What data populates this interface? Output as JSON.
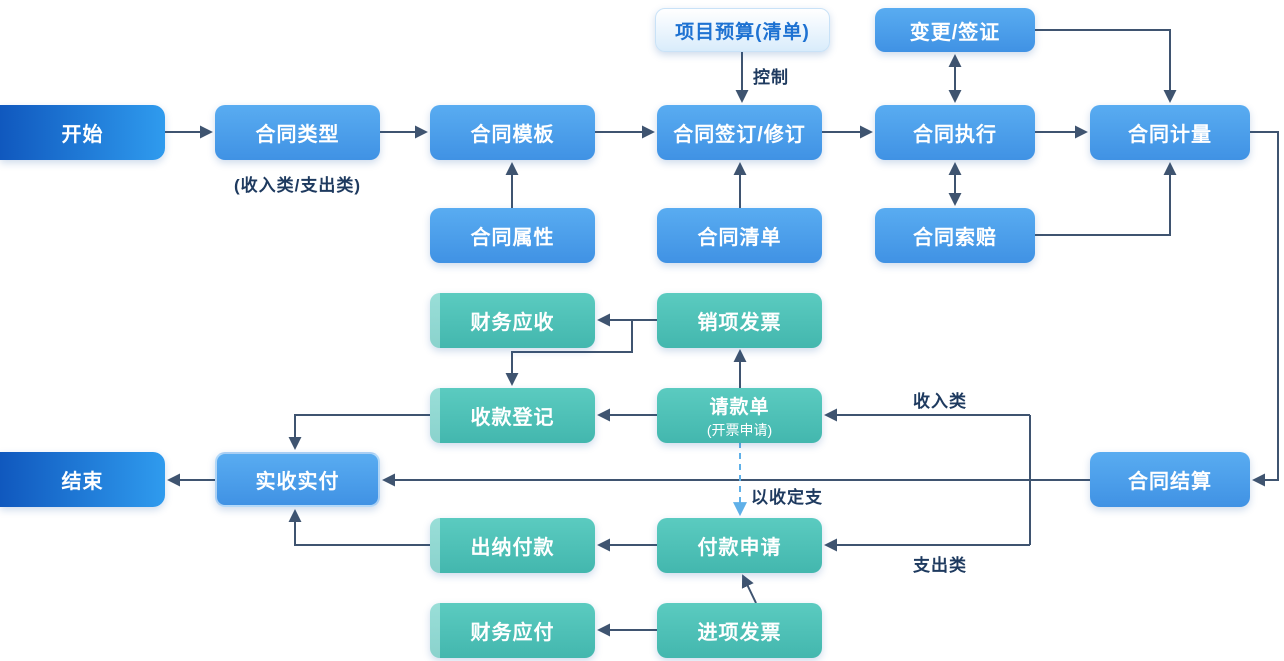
{
  "colors": {
    "dark_blue_left": "#1058BE",
    "dark_blue_right": "#2F9BEE",
    "blue_top": "#59ACF1",
    "blue_bottom": "#4092E4",
    "teal_top": "#5BCBC0",
    "teal_bottom": "#43B7AE",
    "light_box_text": "#1E72D2",
    "arrow": "#3F5470",
    "dashed_arrow": "#5FB0E8",
    "label_text": "#1E3A5F"
  },
  "nodes": {
    "start": {
      "label": "开始"
    },
    "contract_type": {
      "label": "合同类型"
    },
    "contract_template": {
      "label": "合同模板"
    },
    "contract_sign": {
      "label": "合同签订/修订"
    },
    "contract_execute": {
      "label": "合同执行"
    },
    "contract_measure": {
      "label": "合同计量"
    },
    "project_budget": {
      "label": "项目预算(清单)"
    },
    "change_visa": {
      "label": "变更/签证"
    },
    "contract_attribute": {
      "label": "合同属性"
    },
    "contract_list": {
      "label": "合同清单"
    },
    "contract_claim": {
      "label": "合同索赔"
    },
    "finance_receivable": {
      "label": "财务应收"
    },
    "output_invoice": {
      "label": "销项发票"
    },
    "receipt_register": {
      "label": "收款登记"
    },
    "payment_request": {
      "label": "请款单",
      "sublabel": "(开票申请)"
    },
    "end": {
      "label": "结束"
    },
    "actual_pay": {
      "label": "实收实付"
    },
    "contract_settle": {
      "label": "合同结算"
    },
    "cashier_pay": {
      "label": "出纳付款"
    },
    "pay_apply": {
      "label": "付款申请"
    },
    "finance_payable": {
      "label": "财务应付"
    },
    "input_invoice": {
      "label": "进项发票"
    }
  },
  "labels": {
    "type_note": "(收入类/支出类)",
    "control": "控制",
    "income_type": "收入类",
    "expense_type": "支出类",
    "pay_by_receipt": "以收定支"
  }
}
